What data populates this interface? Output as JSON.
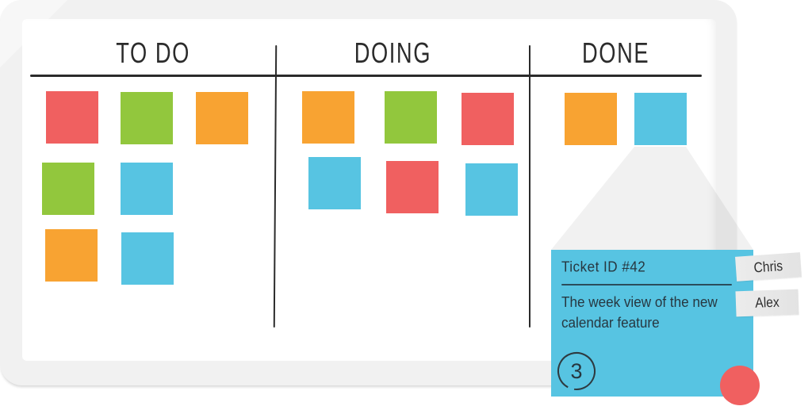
{
  "board": {
    "columns": [
      {
        "label": "TO DO",
        "notes": [
          "red",
          "green",
          "orange",
          "green",
          "blue",
          "orange",
          "blue"
        ]
      },
      {
        "label": "DOING",
        "notes": [
          "orange",
          "green",
          "red",
          "blue",
          "red",
          "blue"
        ]
      },
      {
        "label": "DONE",
        "notes": [
          "orange",
          "blue"
        ]
      }
    ]
  },
  "palette": {
    "red": "#f06060",
    "green": "#92c73d",
    "orange": "#f8a332",
    "blue": "#57c4e2",
    "ink": "#2b2b2b",
    "card_blue": "#57c4e2",
    "tag_gray": "#e8e8e8",
    "frame_gray": "#f1f1f1"
  },
  "ticket": {
    "id": "Ticket ID #42",
    "description_line1": "The week view of the new",
    "description_line2": "calendar feature",
    "points": "3",
    "assignees": [
      {
        "name": "Chris"
      },
      {
        "name": "Alex"
      }
    ]
  }
}
